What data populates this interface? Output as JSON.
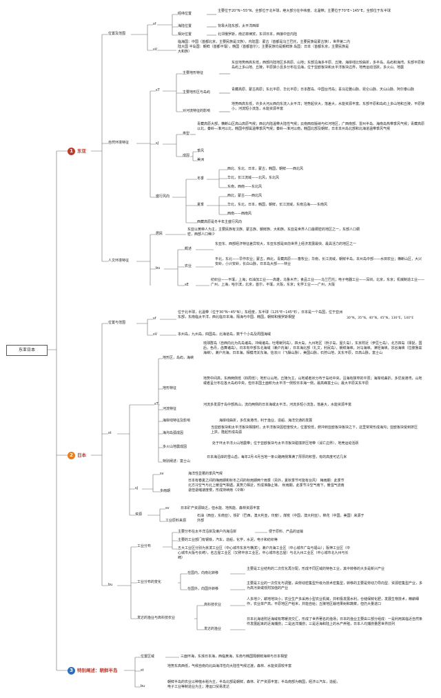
{
  "root": "东亚日本",
  "topics": [
    "东亚",
    "日本",
    "特别阐述：朝鲜半岛"
  ],
  "topic_nums": [
    "1",
    "2",
    "3"
  ],
  "s1": {
    "b1": "位置及范围",
    "b1a": "sf",
    "b1a_items": [
      "经纬位置",
      "海陆位置",
      "相对位置"
    ],
    "b1a_vals": [
      "主要位于20°N~55°N，全部位于北半球，绝大部分在中纬度、北温带；主要位于70°E~145°E，全部位于东半球",
      "背靠大陆东部，太平洋西岸",
      "北邻俄罗斯，南达菲律宾，东邻日本，西接中亚内陆"
    ],
    "b1b": "sV",
    "b1b_val": "临海国：中国（首都北京，主要民族是汉族），内陆国：蒙古（首都是乌兰巴托，主要民族是蒙古族），世界第二内陆大国 半岛国：朝鲜（首都平壤），韩国（首都首尔）；主要民族均是朝鲜族 岛国：日本（首都东京，主要民族是大和族）",
    "b2": "自然环境特征",
    "b2a": "sT",
    "b2a_items": [
      "主要地形特征",
      "主要地形区与岛屿",
      "对河流特征的影响"
    ],
    "b2a_vals": [
      "东亚地势西高东低，西部内陆地区多高原、山地；东部沿海多平原、丘陵。海岸线比较曲折，多半岛、岛屿和海湾。东部平原和岛屿上多山地、丘陵，平原狭小且多分布在沿海，位于亚欧板块和太平洋板块边界，地壳运动活跃，多火山、地震",
      "青藏高原、蒙古高原；东北平原、华北平原；日本群岛、中国台湾岛；喜马拉雅山脉、昆仑山脉、天山山脉、阿尔泰山脉",
      "地势西高东低，许多大河从西向东流入太平洋；地势起伏大，落差大，水能资源丰富。东部平原和岛屿上多山地和丘陵，平原狭小，河流短小流急，水能资源丰富"
    ],
    "b2b": "sJ",
    "b2b_items": [
      "类型",
      "成因"
    ],
    "b2b_val": "青藏高原大部，横断山区高山高原气候；西北内陆温带大陆性气候；云南西双版纳与红河地区，广西南部、雷州半岛、海南岛热带季风气候；青藏高原以北，秦岭—淮河以北，韩国中部属温带季风气候；秦岭—淮河以南，韩国北部及朝鲜，日本本州岛北部和北海道温带季风气候",
    "b2b_cause": [
      "季风",
      "美洲"
    ],
    "b2c": "盛行风向",
    "b2c_w": "冬季",
    "b2c_w_vals": [
      "西北、东北、日本，蒙古，韩国，朝鲜——西北风",
      "华北，长江流域——北风，东北风",
      "东南，西南——东北风"
    ],
    "b2c_s": "夏季",
    "b2c_s_vals": [
      "西北，蒙古——西北风",
      "华北，东北，日本，韩国，朝鲜，长江流域，东南沿海——东南风",
      "西南——西南风"
    ],
    "b2c_extra": "西藏高原是冬半年主盛行风向",
    "b3": "人文环境特征",
    "b3a": "居民",
    "b3a_val": "东亚以黄种人为主，主要民族有汉族、蒙古族、朝鲜族、大和族。东亚是世界人口最稠密的地区之一，东部人口稠密，西部人口稀少",
    "b3b": "bu",
    "b3b_items": [
      "概述",
      "农业"
    ],
    "b3b_vals": [
      "东亚东、西部经济特征差异较大，东亚东部是目前世界上经济发展最快、最具活力的地区之一",
      "平北，东北——早作农业；蒙古，西北，青藏高原——畜牧业；华南，长江流域，朝鲜半岛，本州岛中部——水田农业；横断山区，大兴安岭，小兴安岭，长白山脉，日本岛大部——林业"
    ],
    "b3c": "sE",
    "b3c_val": "纺织业——平壤，上海；石油加工业——高雄，乌鲁木齐；食品工业——乌兰巴托；电子电器工业——深圳，北京，东京；机械制造工业——广州，上海，哈尔滨，北京，首尔，平壤，大阪，东京；化学工业——广州，大阪"
  },
  "s2": {
    "b1": "位置与范围",
    "b1a": "sf",
    "b1a_val": "位于北半球，北温带（位于30°N~45°N）；东经度，东半球（125°E~145°E），日本是一个岛国，位于亚洲东部，东南临太平洋，西北临日本海，隔海与中国、韩国，朝鲜和俄罗斯相望",
    "b1a_coords": "30°N，35°N，40°N，45°N，130°E，140°E",
    "b1b": "sV",
    "b1b_val": "本州岛，九州岛，四国岛，北海道岛，数千个小岛及周围海域",
    "b2": "st",
    "b2a": "sT",
    "b2a_items": [
      "地形区，岛屿，海峡",
      "地形特征",
      "河流特征",
      "海岸线特征及影响",
      "海沟岛弧成因",
      "多火山地震成因",
      "特别阐述：富士山"
    ],
    "b2a_vals": [
      "琉球群岛（自西向北为先岛诸岛，冲绳诸岛，吐噶喇列岛），四大岛，九州地区（桥子岛，屋久岛），东京附近（伊豆七岛），北方四岛（择捉，国后，色丹，齿舞诸岛），日本有中部东北海域（濑户内海），日本海北部（礼文，利尻岛），朝鲜海峡，对马海峡，津轻海峡，宗谷海峡（拉彼鲁兹海峡），濑户内海，日本海，相模湾关东海，信浓川（飞驒山脉），美国山脉，石狩山地，关东平原，日高山脉，富士山",
      "地势中间高，东西两侧低（四周低）；地形以山地，丘陵为主，山地或者状分布于岛屿中央，沿海有狭窄的平原；海岸线曲折，多优良港湾，山地或者呈分布在各大岛屿中央，但日本国土面积为太平洋一侧较日本海一侧，最高峰富士山；最大平原关东平原",
      "河流多发源于岛中部高山，流向两侧的日本海或太平洋，河流多短小流急，落差大，水能资源丰富",
      "海岸线曲折，多优良港湾，利于渔业、造船、海洋交通的发展",
      "当亚欧板块和太平洋板块相撞时，太平洋板块因密度较大，位置较低，俯冲到亚欧板块板块之下，这里常常形成海沟；亚欧板块受到挤压上拱，隆起形成岛弧",
      "处于环太平洋火山地震带；位于亚欧板块与太平洋板块碰撞挤压地带（消亡边界），地壳运动活跃",
      "日本海沿岸的雪山岳，每年2月-6月当地一条公路两侧堆满了厚厚的积雪，有的高度可达几米"
    ],
    "b2b": "sJ",
    "b2b_items": [
      "sv",
      "多雨期"
    ],
    "b2b_vals": [
      "海洋性显著的季风气候",
      "日本有春夏之间的梅雨期和秋冬之间的秋雨期两个雨季（另外，夏秋季节可能有台风） 梅雨期：此季节北方冷空气与北上暖湿气相遇，其势力相近，形成准静止锋。 秋雨期，此季节冷空气南下，暖湿气流南退但退缩速度慢，形成持续雨（冷锋）"
    ],
    "b2c": "资源",
    "b2c_items": [
      "sv",
      "工业原料来源"
    ],
    "b2c_vals": [
      "日本矿产资源缺乏，但水能、地热能、森林资源丰富",
      "石油（西亚，东南亚），铁矿（巴西，澳大利亚，印度），煤炭（中国，澳大利亚），棉花（中国，美国）来源于外部"
    ],
    "b3": "bu",
    "b3a": "工业分布",
    "b3a_vals": [
      "主要分布在太平洋沿岸及濑户内海沿岸",
      "便于原料、产品的运输",
      "主要的工业部门有钢铁，汽车，造船，化学，水泥，电子和纺织等",
      "五大工业区分别为京滨工业区（中心城市东京与横滨）；濑户内海工业区（中心城市广岛与福山）；阪神工业区（中心城市大阪与长崎），名古屋工业区（又称中京工业区，中心城市名古屋）与北九州工业区（中心城市北九州与长崎）"
    ],
    "b3b": "工业分布的变化",
    "b3b_items": [
      "在国内，向南北转移",
      "在国外，向国外转移"
    ],
    "b3b_vals": [
      "主要是工业结构的二次优化再分配，形成不同区域的特色工业，其中转移的大多是新兴产业",
      "主要是工业的一次优化与调整，由劳动密集型升级为技术密集型，转移的主要是劳动力导向型、资源密集型产业，多为高污染或低附加值的产业"
    ],
    "b3c": "发达的渔业与高科技农业",
    "b3c_items": [
      "高科技农业",
      "发达的渔业"
    ],
    "b3c_vals": [
      "人多地少，耕地地块小，农业生产多采用小型农业机械，并积极发展水利，仓储保鲜化肥，发展生物技术，精耕细作，农业单产高，平原地区产稻米，并能自给；丘陵地区栽培果树和蔬菜，但仍大量进口",
      "日本北海道附近海域有寒暖流交汇，形成了世界著名的渔场；日本的渔业主要由三部分组成：一是利用其临近自然条件发展起来的近海捕捞；二是远洋捕捞；三是近海和陆上的水产养殖，日本人均捕捞量居世界前列"
    ]
  },
  "s3": {
    "b1": "位置区域",
    "b1_val": "三面环海，东濒日本海，西临黄海，东南与韩国隔朝鲜海峡与日本相望",
    "b2": "st",
    "b2_val": "地势东高西低，气候自南向北由海洋性向大陆性气候过渡，森林、水能资源较丰富",
    "b3": "bu",
    "b3_val": "朝鲜半岛的农业以种植水稻为主，半岛北部是朝鲜，森林、矿产资源丰富；半岛南部为韩国，经济以汽车，造船，电子工业等制造业为主；港运口贸易发达"
  }
}
